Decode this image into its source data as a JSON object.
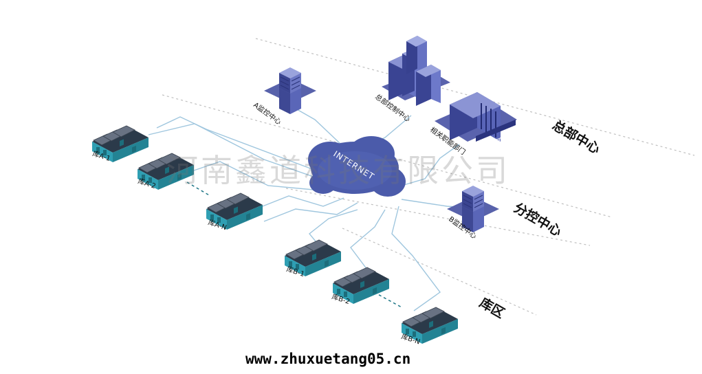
{
  "watermark": "河南鑫道科技有限公司",
  "footer_url": "www.zhuxuetang05.cn",
  "cloud": {
    "label": "INTERNET"
  },
  "zones": {
    "hq": "总部中心",
    "branch": "分控中心",
    "storage": "库区"
  },
  "nodes": {
    "a_monitor": "A监控中心",
    "hq_control": "总部控制中心",
    "gov_dept": "相关职能部门",
    "gov_sign": "Government",
    "b_monitor": "B监控中心"
  },
  "warehouses": {
    "a1": "库A-1",
    "a2": "库A-2",
    "an": "库A-N",
    "b1": "库B-1",
    "b2": "库B-2",
    "bn": "库B-N"
  },
  "colors": {
    "line": "#9fc6de",
    "cloud": "#4b5baa",
    "building": "#4d59a6",
    "warehouse_roof": "#5d6675",
    "warehouse_wall": "#2f9fb3"
  }
}
